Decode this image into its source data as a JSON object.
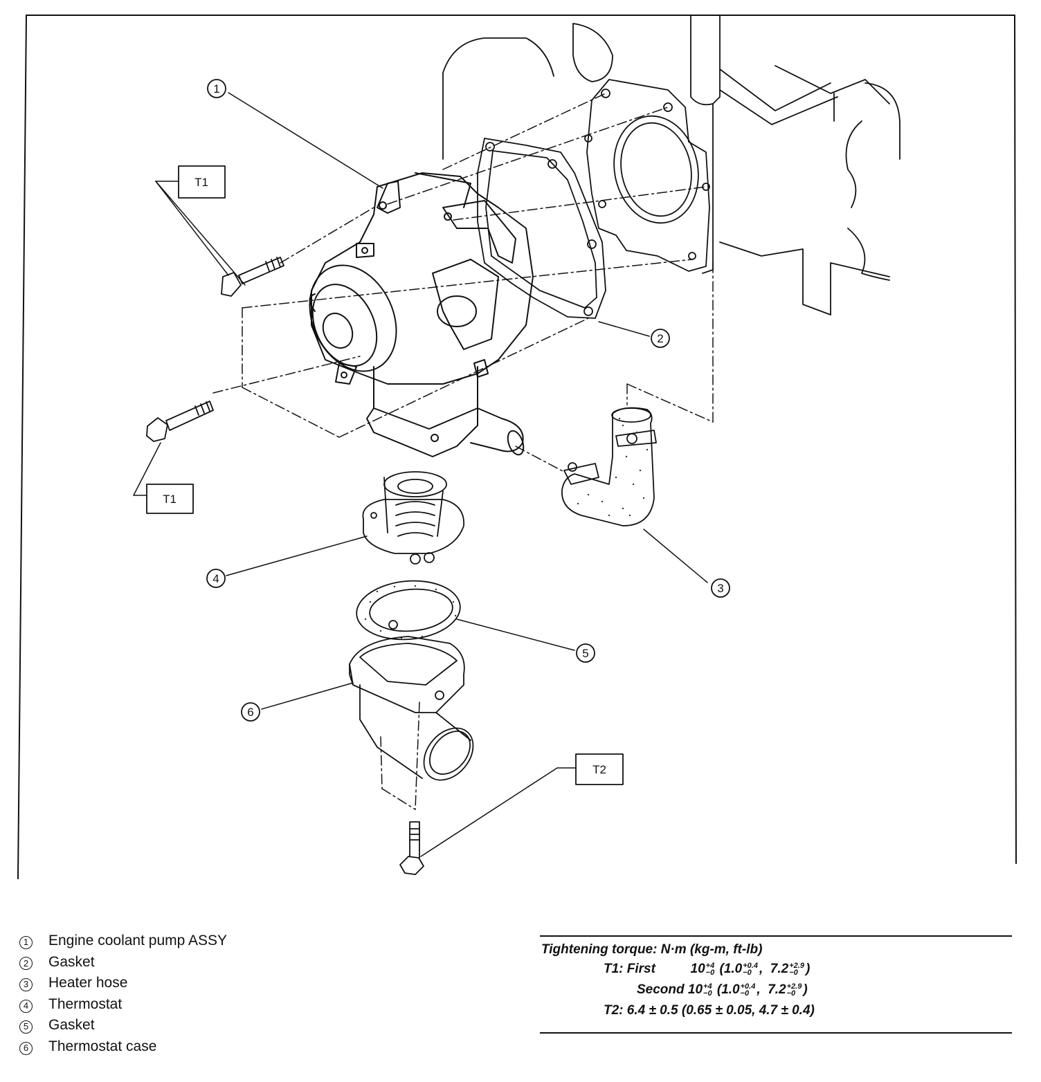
{
  "callouts": {
    "c1": "1",
    "c2": "2",
    "c3": "3",
    "c4": "4",
    "c5": "5",
    "c6": "6"
  },
  "torque_tags": {
    "t1_top": "T1",
    "t1_bottom": "T1",
    "t2": "T2"
  },
  "legend": [
    {
      "num": "1",
      "label": "Engine coolant pump ASSY"
    },
    {
      "num": "2",
      "label": "Gasket"
    },
    {
      "num": "3",
      "label": "Heater hose"
    },
    {
      "num": "4",
      "label": "Thermostat"
    },
    {
      "num": "5",
      "label": "Gasket"
    },
    {
      "num": "6",
      "label": "Thermostat case"
    }
  ],
  "torque": {
    "heading": "Tightening torque: N·m (kg-m, ft-lb)",
    "t1_first_label": "T1:  First",
    "t1_second_label": "Second",
    "t1_value": "10",
    "t1_value_tol_plus": "+4",
    "t1_value_tol_minus": "−0",
    "t1_kgm": "1.0",
    "t1_kgm_tol_plus": "+0.4",
    "t1_kgm_tol_minus": "−0",
    "t1_ftlb": "7.2",
    "t1_ftlb_tol_plus": "+2.9",
    "t1_ftlb_tol_minus": "−0",
    "t2_line": "T2:  6.4 ± 0.5 (0.65 ± 0.05, 4.7 ± 0.4)"
  },
  "colors": {
    "ink": "#111111",
    "paper": "#ffffff"
  }
}
